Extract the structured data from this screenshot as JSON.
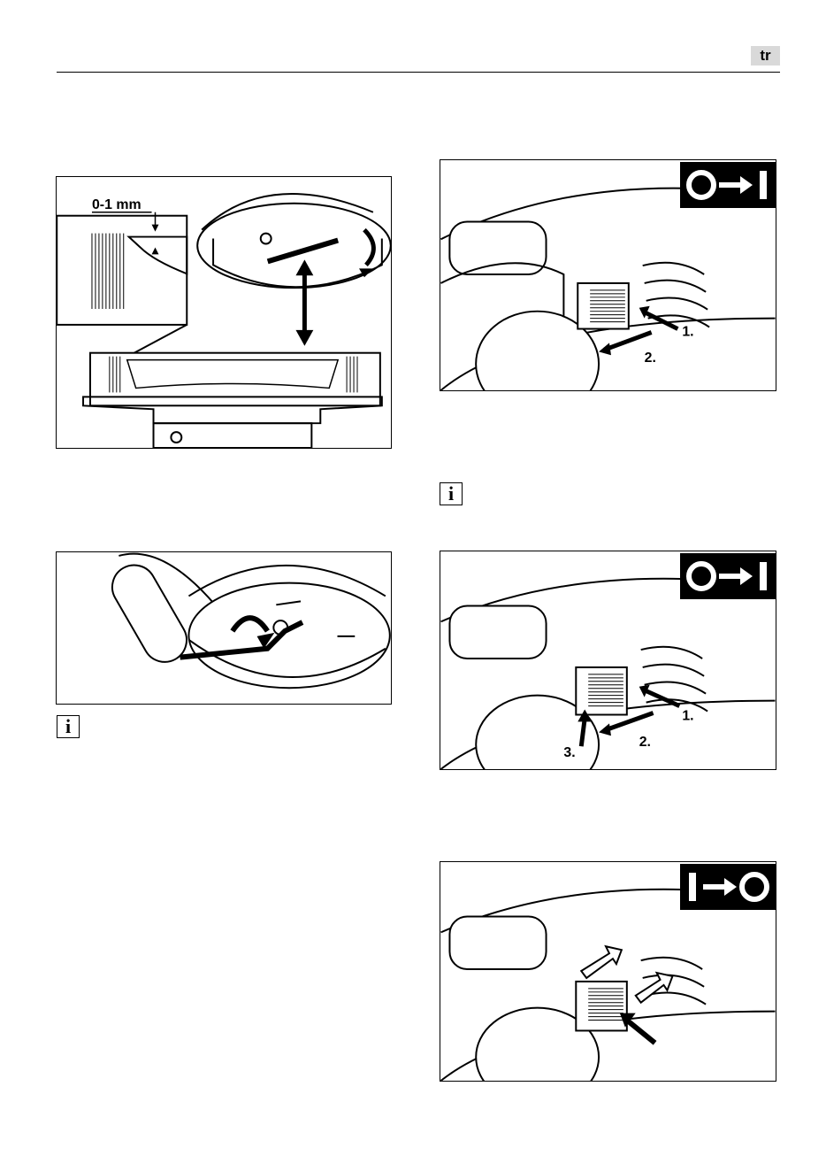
{
  "header": {
    "lang_code": "tr"
  },
  "figures": {
    "guard_adjust": {
      "gap_label": "0-1 mm"
    },
    "start_switch": {
      "step1": "1.",
      "step2": "2."
    },
    "lock_on_switch": {
      "step1": "1.",
      "step2": "2.",
      "step3": "3."
    },
    "info_icons": {
      "symbol": "i"
    }
  },
  "icons": {
    "switch_on": "off-to-on-symbol",
    "switch_off": "on-to-off-symbol",
    "info": "info-icon"
  }
}
